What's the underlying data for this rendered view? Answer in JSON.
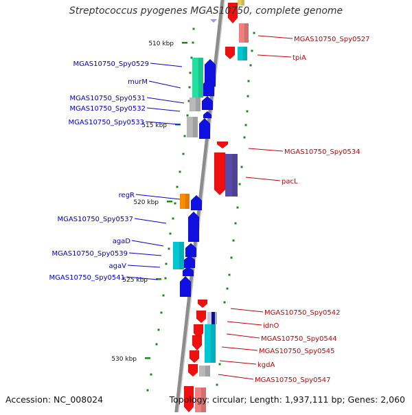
{
  "title": "Streptococcus pyogenes MGAS10750, complete genome",
  "footer": {
    "accession": "Accession: NC_008024",
    "topology": "Topology: circular; Length: 1,937,111 bp; Genes: 2,060"
  },
  "colors": {
    "backbone": "#8c8c8c",
    "forward_label": "#0000cc",
    "reverse_label": "#cc0000",
    "tick": "#1a8a1a",
    "blue": "#1010e0",
    "red": "#ee1010",
    "cyan": "#00c8d2",
    "green": "#22e0a0",
    "gray": "#b8b8b8",
    "orange": "#ff8c00",
    "purple": "#5a4aa8",
    "pink": "#f08080"
  },
  "kbp_labels": [
    "510 kbp",
    "515 kbp",
    "520 kbp",
    "525 kbp",
    "530 kbp"
  ],
  "forward_genes": [
    "MGAS10750_Spy0529",
    "murM",
    "MGAS10750_Spy0531",
    "MGAS10750_Spy0532",
    "MGAS10750_Spy0533",
    "regR",
    "MGAS10750_Spy0537",
    "agaD",
    "MGAS10750_Spy0539",
    "agaV",
    "MGAS10750_Spy0541"
  ],
  "reverse_genes": [
    "MGAS10750_Spy0527",
    "tpiA",
    "MGAS10750_Spy0534",
    "pacL",
    "MGAS10750_Spy0542",
    "idnO",
    "MGAS10750_Spy0544",
    "MGAS10750_Spy0545",
    "kgdA",
    "MGAS10750_Spy0547"
  ]
}
